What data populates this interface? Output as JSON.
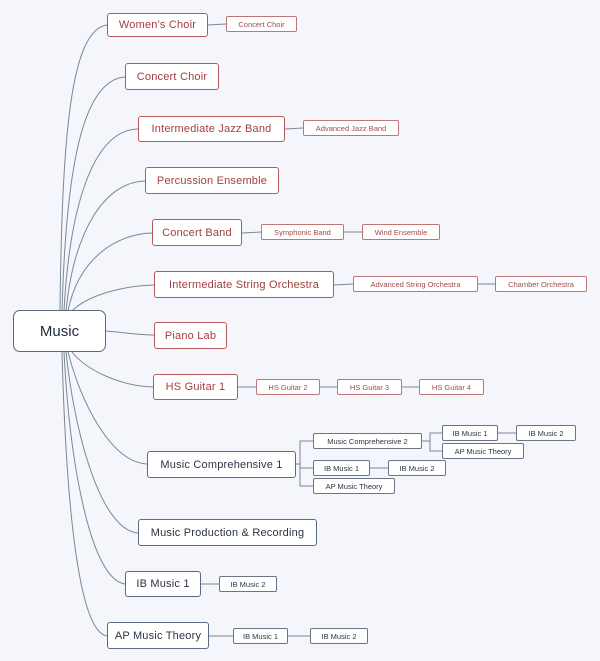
{
  "colors": {
    "background": "#f5f6fb",
    "red_text": "#a33e3e",
    "red_border": "#b55a5a",
    "blue_text": "#2a3545",
    "blue_border": "#5a6a80",
    "connector": "#7a8794"
  },
  "root": {
    "label": "Music"
  },
  "branches": [
    {
      "label": "Women's Choir",
      "children": [
        {
          "label": "Concert Choir"
        }
      ]
    },
    {
      "label": "Concert Choir",
      "children": []
    },
    {
      "label": "Intermediate Jazz Band",
      "children": [
        {
          "label": "Advanced Jazz Band"
        }
      ]
    },
    {
      "label": "Percussion Ensemble",
      "children": []
    },
    {
      "label": "Concert Band",
      "children": [
        {
          "label": "Symphonic Band"
        },
        {
          "label": "Wind Ensemble"
        }
      ]
    },
    {
      "label": "Intermediate String Orchestra",
      "children": [
        {
          "label": "Advanced String Orchestra"
        },
        {
          "label": "Chamber Orchestra"
        }
      ]
    },
    {
      "label": "Piano Lab",
      "children": []
    },
    {
      "label": "HS Guitar 1",
      "children": [
        {
          "label": "HS Guitar 2"
        },
        {
          "label": "HS Guitar 3"
        },
        {
          "label": "HS Guitar 4"
        }
      ]
    },
    {
      "label": "Music Comprehensive 1",
      "children": [
        {
          "label": "Music Comprehensive 2"
        },
        {
          "label": "IB Music 1"
        },
        {
          "label": "IB Music 2"
        },
        {
          "label": "AP Music Theory"
        },
        {
          "label": "IB Music 1"
        },
        {
          "label": "IB Music 2"
        },
        {
          "label": "AP Music Theory"
        }
      ]
    },
    {
      "label": "Music Production & Recording",
      "children": []
    },
    {
      "label": "IB Music 1",
      "children": [
        {
          "label": "IB Music 2"
        }
      ]
    },
    {
      "label": "AP Music Theory",
      "children": [
        {
          "label": "IB Music 1"
        },
        {
          "label": "IB Music 2"
        }
      ]
    }
  ]
}
